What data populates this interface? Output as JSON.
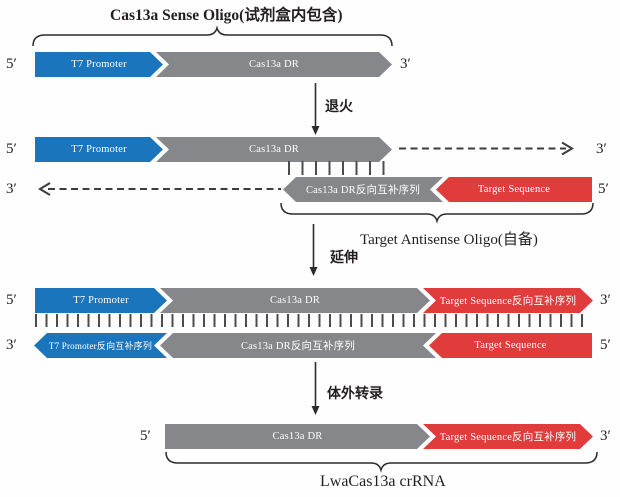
{
  "colors": {
    "blue": "#1b75bc",
    "gray": "#85878a",
    "red": "#e03c3c",
    "ink": "#231f20"
  },
  "header": {
    "title": "Cas13a Sense Oligo(试剂盒内包含)"
  },
  "steps": {
    "anneal": "退火",
    "extend": "延伸",
    "transcribe": "体外转录"
  },
  "captions": {
    "antisense": "Target Antisense Oligo(自备)",
    "crrna": "LwaCas13a crRNA"
  },
  "ends": {
    "five_prime": "5′",
    "three_prime": "3′"
  },
  "segments": {
    "t7_promoter": "T7 Promoter",
    "cas13a_dr": "Cas13a DR",
    "cas13a_dr_rc": "Cas13a DR反向互补序列",
    "t7_promoter_rc": "T7 Promoter反向互补序列",
    "target_sequence": "Target Sequence",
    "target_sequence_rc": "Target Sequence反向互补序列"
  }
}
